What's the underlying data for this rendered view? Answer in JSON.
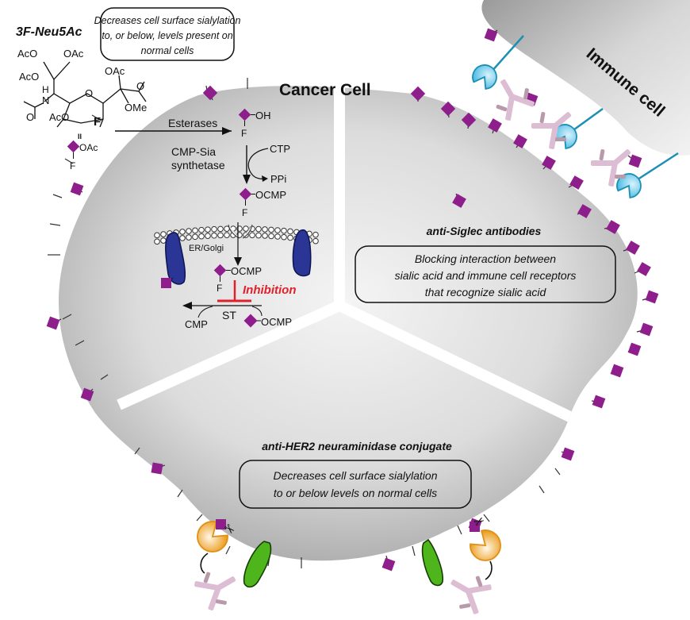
{
  "colors": {
    "sialic_acid": "#8e1e8c",
    "siglec_receptor": "#4cc0e6",
    "siglec_stroke": "#1c8fb5",
    "antibody": "#dcbdd3",
    "antibody_dark": "#b89aaa",
    "enzyme_blue": "#2a3596",
    "protein_green": "#4eb51c",
    "neuraminidase_orange": "#f0a626",
    "inhibition_red": "#e0202a",
    "cell_gray": "#b8b8b8"
  },
  "labels": {
    "cancer_cell": "Cancer Cell",
    "immune_cell": "Immune cell"
  },
  "sector_top_left": {
    "compound_name": "3F-Neu5Ac",
    "callout": [
      "Decreases cell surface sialylation",
      "to, or below, levels present on",
      "normal cells"
    ],
    "structure_labels": {
      "aco1": "AcO",
      "oac1": "OAc",
      "aco2": "AcO",
      "h": "H",
      "n": "N",
      "o_ring": "O",
      "oac_anomeric": "OAc",
      "o_carbonyl": "O",
      "ome": "OMe",
      "aco3": "AcO",
      "o_amide": "O",
      "f": "F",
      "equivalent": "II"
    },
    "small_compound": {
      "group": "OAc",
      "sub": "F"
    },
    "pathway": {
      "esterases": "Esterases",
      "step1_group": "OH",
      "step1_sub": "F",
      "synthetase_line1": "CMP-Sia",
      "synthetase_line2": "synthetase",
      "ctp": "CTP",
      "ppi": "PPi",
      "step2_group": "OCMP",
      "step2_sub": "F",
      "membrane": "ER/Golgi",
      "step3_group": "OCMP",
      "step3_sub": "F",
      "inhibition": "Inhibition",
      "st": "ST",
      "cmp": "CMP",
      "donor_group": "OCMP"
    }
  },
  "sector_right": {
    "title": "anti-Siglec antibodies",
    "callout": [
      "Blocking interaction between",
      "sialic acid and immune cell receptors",
      "that recognize sialic acid"
    ]
  },
  "sector_bottom": {
    "title": "anti-HER2 neuraminidase conjugate",
    "callout": [
      "Decreases cell surface sialylation",
      "to or below levels on normal cells"
    ]
  }
}
